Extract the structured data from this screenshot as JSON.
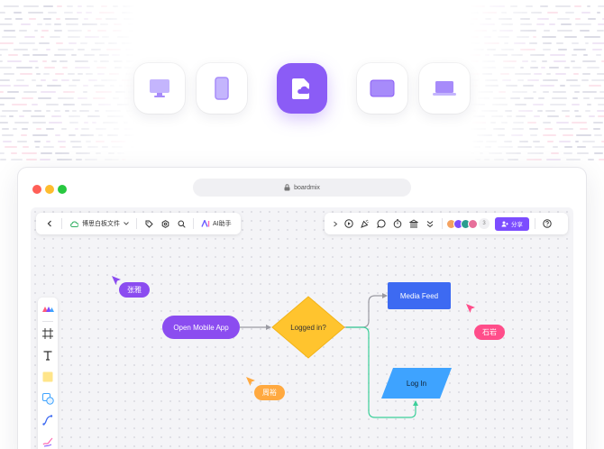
{
  "devices": [
    {
      "name": "desktop-icon"
    },
    {
      "name": "phone-icon"
    },
    {
      "name": "cloud-file-icon",
      "active": true
    },
    {
      "name": "tablet-icon"
    },
    {
      "name": "laptop-icon"
    }
  ],
  "browser": {
    "url": "boardmix",
    "dots": [
      "#ff5f57",
      "#febc2e",
      "#28c840"
    ]
  },
  "toolbar_left": {
    "file_name": "博思白板文件",
    "ai_label": "AI助手"
  },
  "toolbar_right": {
    "avatar_count": "3",
    "share_label": "分享"
  },
  "flow": {
    "start": "Open Mobile App",
    "decision": "Logged in?",
    "feed": "Media Feed",
    "login": "Log In"
  },
  "collaborators": [
    {
      "name": "张雅",
      "color": "#8b4cf0"
    },
    {
      "name": "石岩",
      "color": "#ff4d8a"
    },
    {
      "name": "周裕",
      "color": "#ffa940"
    }
  ],
  "colors": {
    "accent": "#8b5cf6",
    "flow_start": "#8b4cf0",
    "flow_decision": "#ffc42e",
    "flow_feed": "#3d6af2",
    "flow_login": "#3ea3ff"
  }
}
